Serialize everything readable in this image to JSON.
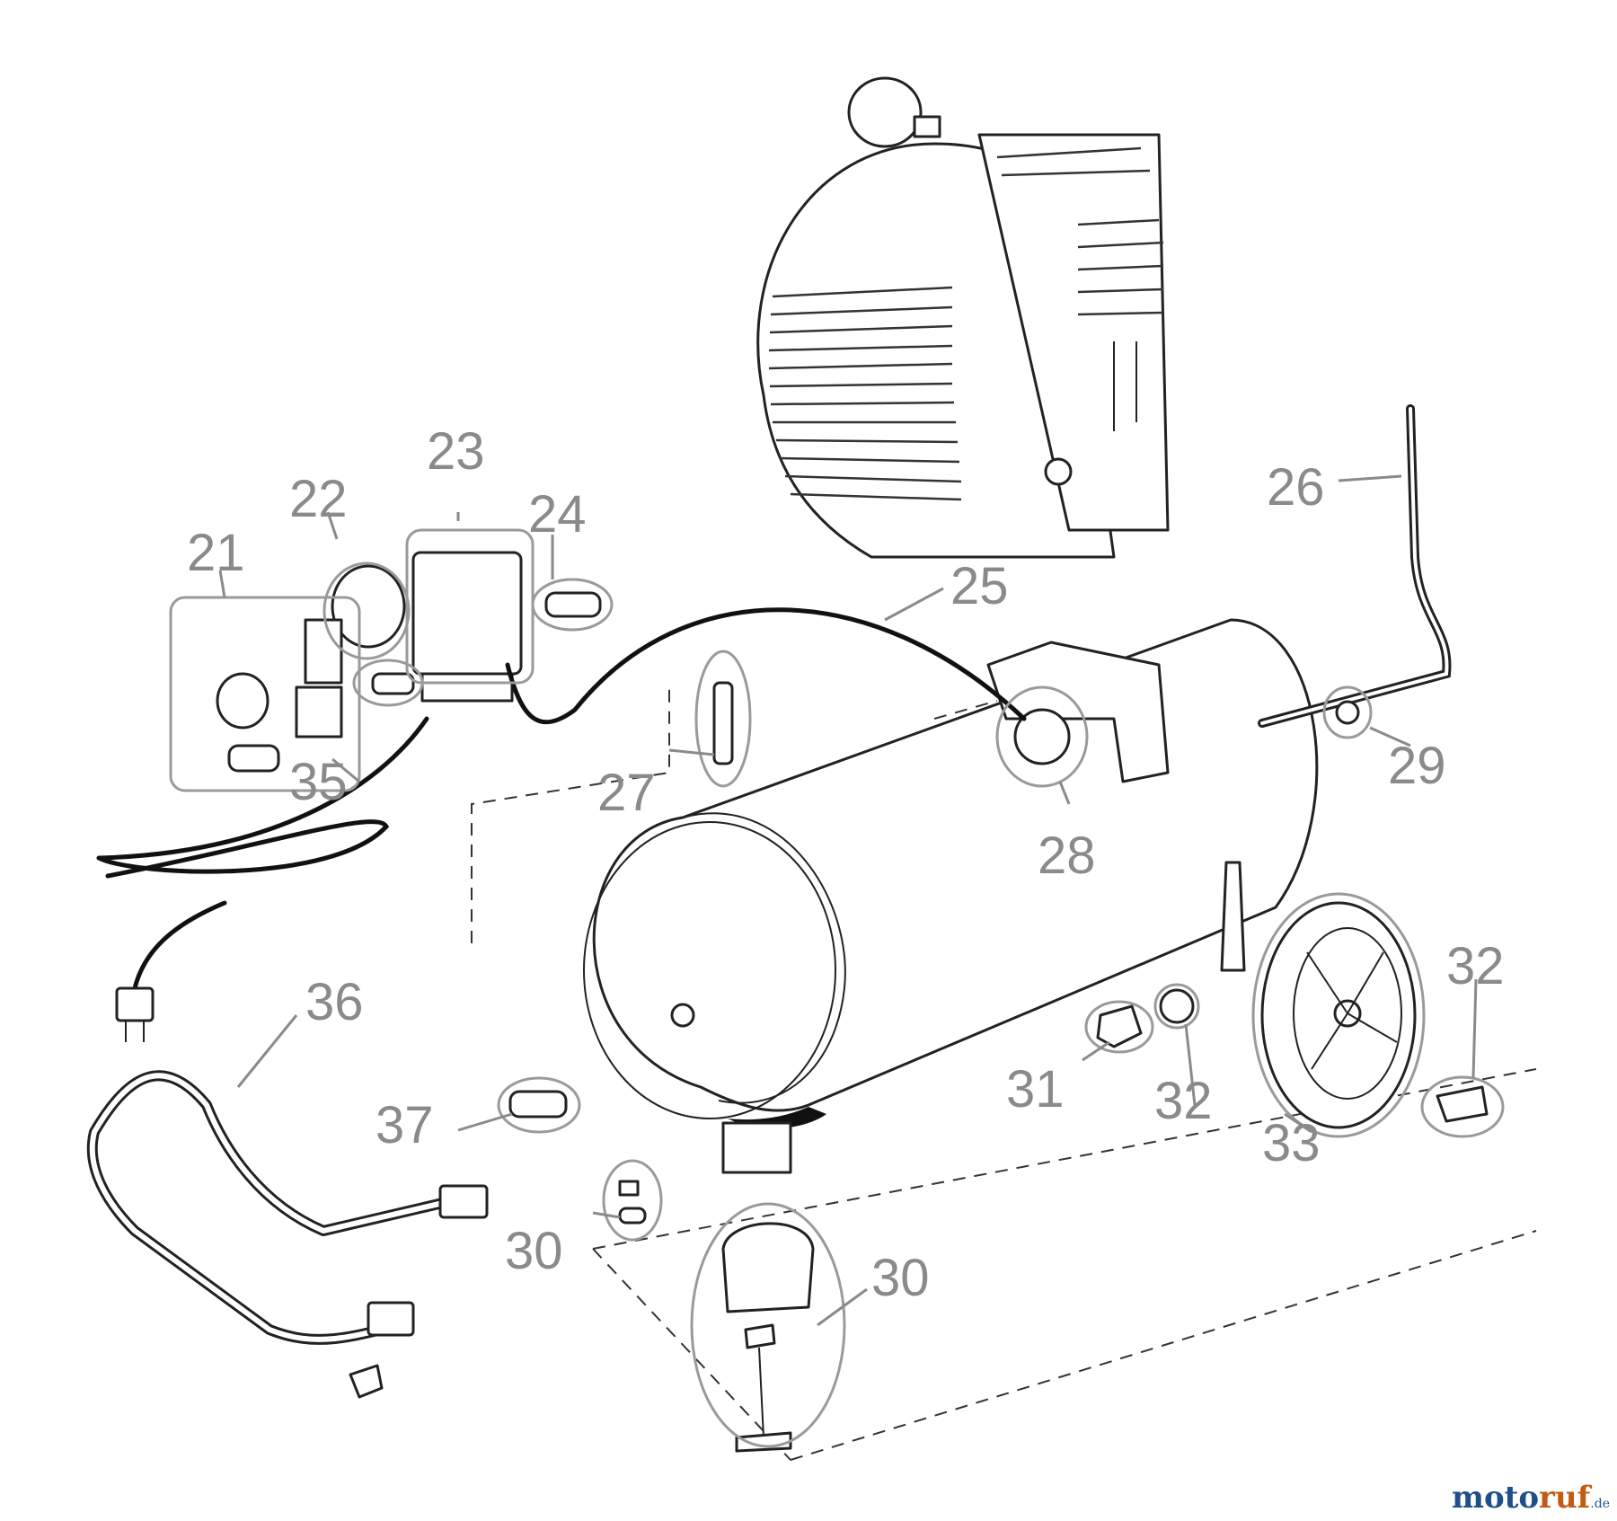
{
  "diagram": {
    "type": "exploded-parts-diagram",
    "callouts": {
      "c21": "21",
      "c22": "22",
      "c23": "23",
      "c24": "24",
      "c25": "25",
      "c26": "26",
      "c27": "27",
      "c28": "28",
      "c29": "29",
      "c30a": "30",
      "c30b": "30",
      "c31": "31",
      "c32a": "32",
      "c32b": "32",
      "c33": "33",
      "c35": "35",
      "c36": "36",
      "c37": "37"
    }
  },
  "watermark": {
    "part1": "moto",
    "part2": "ruf",
    "part3": ".de"
  }
}
